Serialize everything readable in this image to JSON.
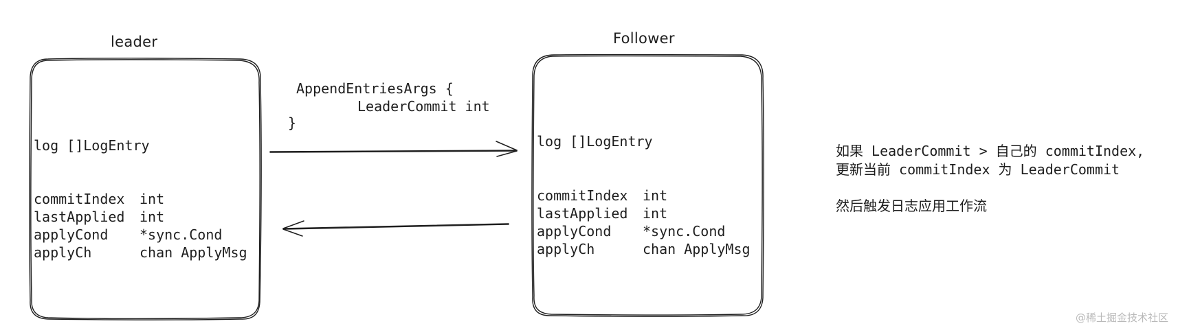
{
  "nodes": {
    "leader": {
      "title": "leader",
      "log": "log []LogEntry",
      "fields": [
        {
          "name": "commitIndex",
          "type": "int"
        },
        {
          "name": "lastApplied",
          "type": "int"
        },
        {
          "name": "applyCond",
          "type": "*sync.Cond"
        },
        {
          "name": "applyCh",
          "type": "chan ApplyMsg"
        }
      ]
    },
    "follower": {
      "title": "Follower",
      "log": "log []LogEntry",
      "fields": [
        {
          "name": "commitIndex",
          "type": "int"
        },
        {
          "name": "lastApplied",
          "type": "int"
        },
        {
          "name": "applyCond",
          "type": "*sync.Cond"
        },
        {
          "name": "applyCh",
          "type": "chan ApplyMsg"
        }
      ]
    }
  },
  "message": {
    "line1": "AppendEntriesArgs {",
    "line2": "LeaderCommit int",
    "line3": "}"
  },
  "note": {
    "line1": "如果 LeaderCommit > 自己的 commitIndex,",
    "line2": "更新当前 commitIndex 为 LeaderCommit",
    "line3": "然后触发日志应用工作流"
  },
  "watermark": "@稀土掘金技术社区",
  "colors": {
    "stroke": "#1e1e1e",
    "background": "#ffffff",
    "watermark": "#b9b9b9"
  },
  "edges": [
    {
      "from": "leader",
      "to": "follower",
      "direction": "request"
    },
    {
      "from": "follower",
      "to": "leader",
      "direction": "response"
    }
  ]
}
